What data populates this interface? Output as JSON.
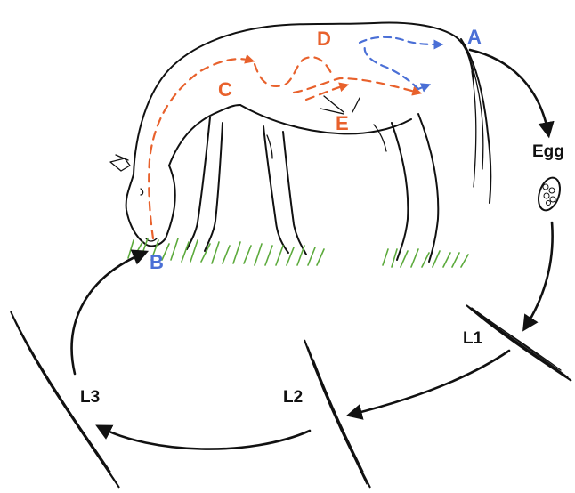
{
  "labels": {
    "a": "A",
    "b": "B",
    "c": "C",
    "d": "D",
    "e": "E",
    "egg": "Egg",
    "l1": "L1",
    "l2": "L2",
    "l3": "L3"
  },
  "colors": {
    "orange": "#e8612c",
    "blue": "#4a6fd6",
    "ink": "#111111",
    "grass": "#5caa3c"
  }
}
